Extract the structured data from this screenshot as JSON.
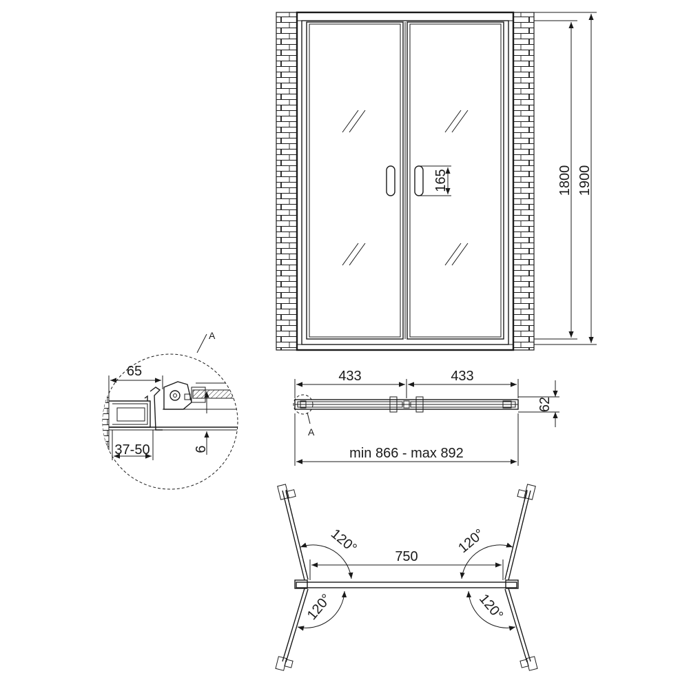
{
  "front_view": {
    "dim_height_inner": "1800",
    "dim_height_outer": "1900",
    "dim_handle": "165"
  },
  "plan_view": {
    "dim_left_panel": "433",
    "dim_right_panel": "433",
    "dim_depth": "62",
    "dim_total_width": "min 866 - max 892",
    "detail_marker": "A"
  },
  "detail_a": {
    "label": "A",
    "dim_65": "65",
    "dim_adjust": "37-50",
    "dim_6": "6"
  },
  "opening_view": {
    "dim_opening": "750",
    "angle_top_left": "120°",
    "angle_top_right": "120°",
    "angle_bottom_left": "120°",
    "angle_bottom_right": "120°"
  }
}
